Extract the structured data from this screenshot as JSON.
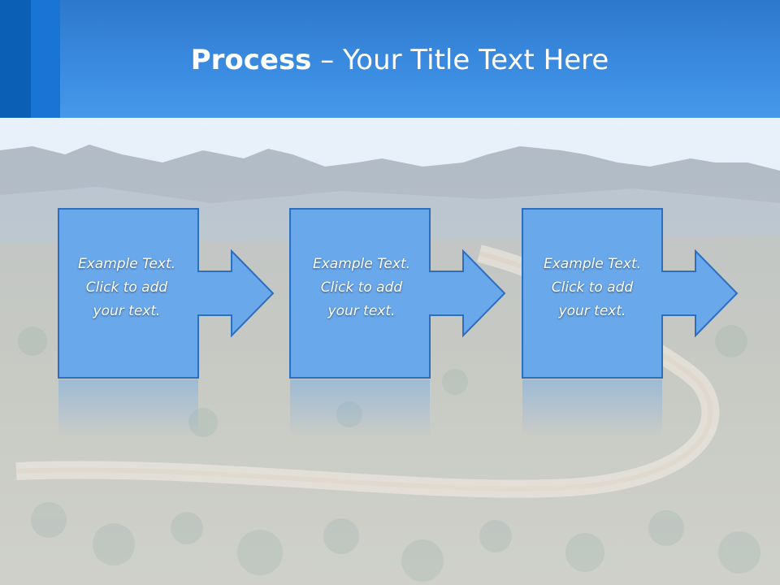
{
  "slide": {
    "title_bold": "Process",
    "title_rest": " – Your Title Text Here",
    "colors": {
      "title_band": "#3a8be0",
      "accent_dark": "#0b5fb4",
      "accent_mid": "#1a74d6",
      "box_fill": "#6aa8ec",
      "box_border": "#2c6fc0",
      "title_text": "#ffffff"
    }
  },
  "steps": [
    {
      "text": "Example Text.\nClick  to add\nyour text."
    },
    {
      "text": "Example Text.\nClick  to add\nyour text."
    },
    {
      "text": "Example Text.\nClick  to add\nyour text."
    }
  ]
}
